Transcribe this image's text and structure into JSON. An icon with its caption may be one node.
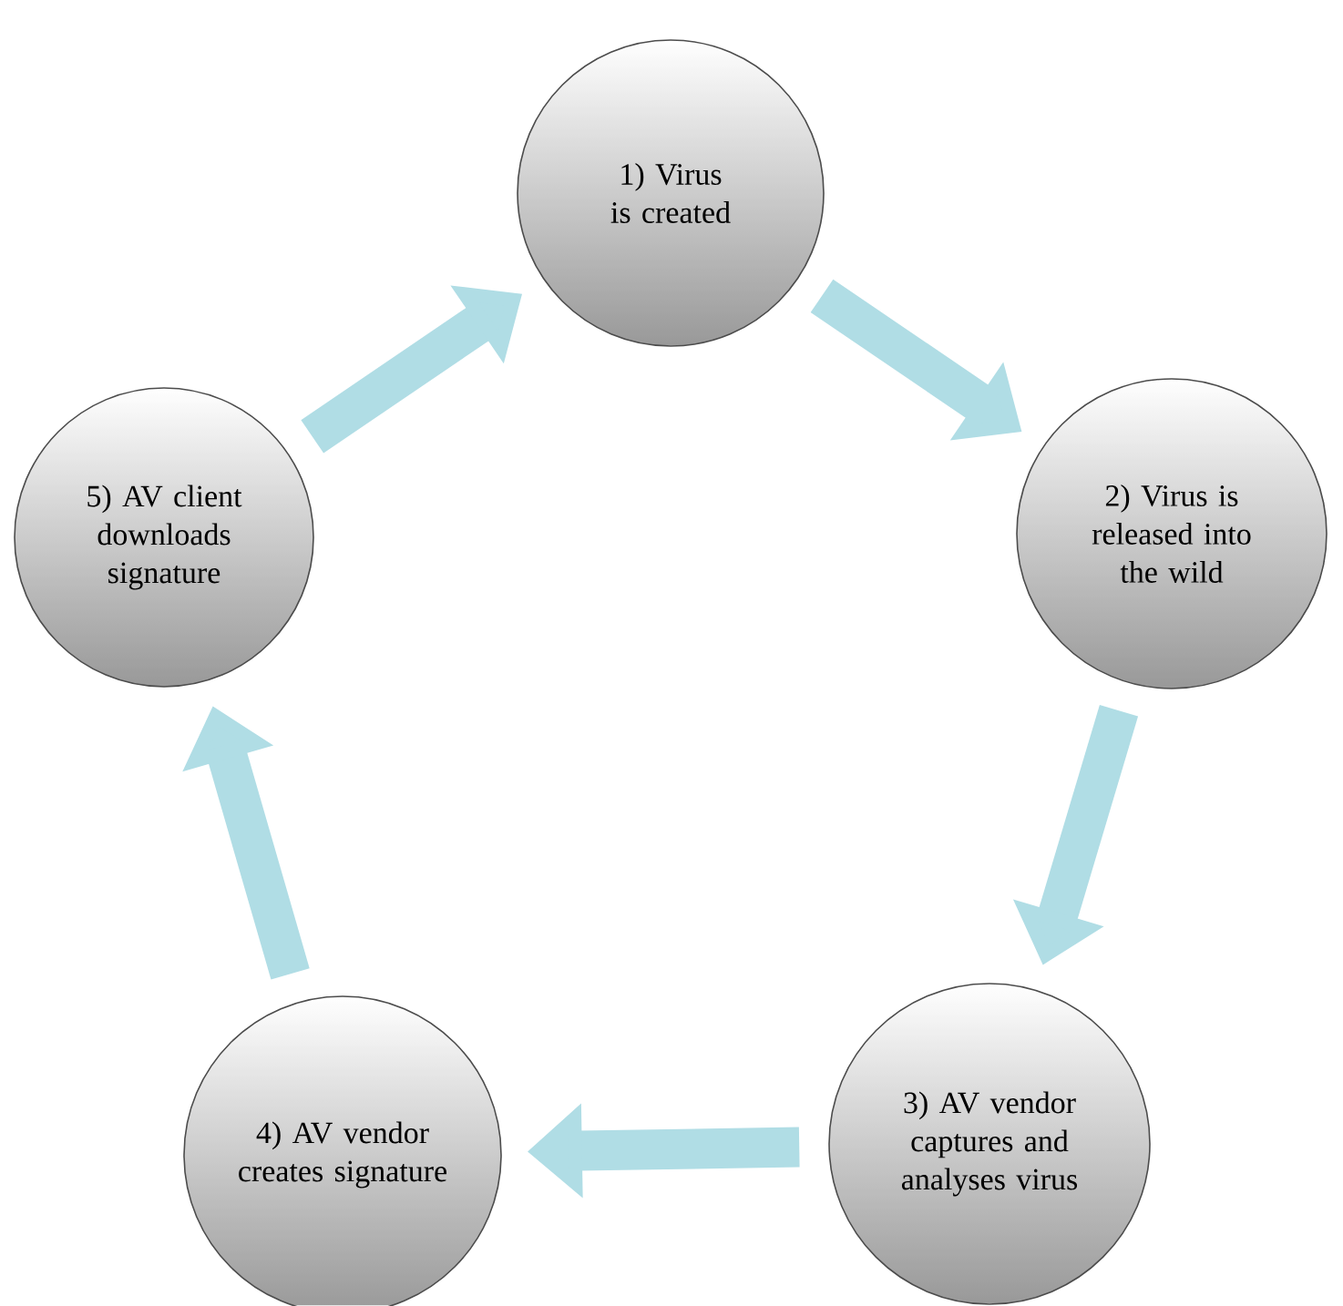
{
  "diagram": {
    "nodes": [
      {
        "text": [
          "1) Virus is created"
        ]
      },
      {
        "text": [
          "2) Virus is released into the wild"
        ]
      },
      {
        "text": [
          "3) AV vendor captures and analyses virus"
        ]
      },
      {
        "text": [
          "4) AV vendor creates signature"
        ]
      },
      {
        "text": [
          "5) AV client downloads signature"
        ]
      }
    ],
    "edges": [
      {
        "from": 0,
        "to": 1,
        "arrow": "to"
      },
      {
        "from": 1,
        "to": 2,
        "arrow": "to"
      },
      {
        "from": 2,
        "to": 3,
        "arrow": "to"
      },
      {
        "from": 3,
        "to": 4,
        "arrow": "to"
      },
      {
        "from": 4,
        "to": 0,
        "arrow": "to"
      }
    ]
  }
}
